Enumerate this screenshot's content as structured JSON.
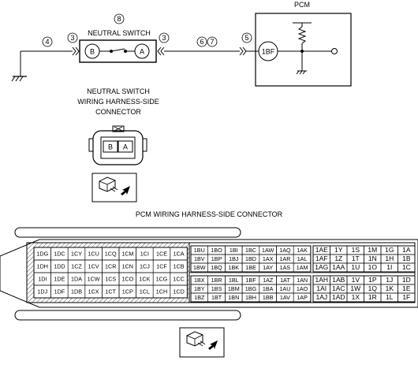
{
  "pcm_label": "PCM",
  "switch_label": "NEUTRAL SWITCH",
  "switch_terminals": {
    "b": "B",
    "a": "A"
  },
  "pcm_terminal": "1BF",
  "callouts": {
    "c4": "4",
    "c3l": "3",
    "c8": "8",
    "c3r": "3",
    "c6": "6",
    "c7": "7",
    "c5": "5"
  },
  "switch_connector_title": [
    "NEUTRAL SWITCH",
    "WIRING HARNESS-SIDE",
    "CONNECTOR"
  ],
  "switch_connector_pins": [
    "B",
    "A"
  ],
  "pcm_connector_title": "PCM WIRING HARNESS-SIDE CONNECTOR",
  "pcm_blocks": {
    "left": [
      [
        "1DG",
        "1DC",
        "1CY",
        "1CU",
        "1CQ",
        "1CM",
        "1CI",
        "1CE",
        "1CA"
      ],
      [
        "1DH",
        "1DD",
        "1CZ",
        "1CV",
        "1CR",
        "1CN",
        "1CJ",
        "1CF",
        "1CB"
      ],
      [
        "1DI",
        "1DE",
        "1DA",
        "1CW",
        "1CS",
        "1CO",
        "1CK",
        "1CG",
        "1CC"
      ],
      [
        "1DJ",
        "1DF",
        "1DB",
        "1CX",
        "1CT",
        "1CP",
        "1CL",
        "1CH",
        "1CD"
      ]
    ],
    "mid_top": [
      [
        "1BU",
        "1BO",
        "1BI",
        "1BC",
        "1AW",
        "1AQ",
        "1AK"
      ],
      [
        "1BV",
        "1BP",
        "1BJ",
        "1BD",
        "1AX",
        "1AR",
        "1AL"
      ],
      [
        "1BW",
        "1BQ",
        "1BK",
        "1BE",
        "1AY",
        "1AS",
        "1AM"
      ]
    ],
    "mid_bot": [
      [
        "1BX",
        "1BR",
        "1BL",
        "1BF",
        "1AZ",
        "1AT",
        "1AN"
      ],
      [
        "1BY",
        "1BS",
        "1BM",
        "1BG",
        "1BA",
        "1AU",
        "1AO"
      ],
      [
        "1BZ",
        "1BT",
        "1BN",
        "1BH",
        "1BB",
        "1AV",
        "1AP"
      ]
    ],
    "right_top": [
      [
        "1AE",
        "1Y",
        "1S",
        "1M",
        "1G",
        "1A"
      ],
      [
        "1AF",
        "1Z",
        "1T",
        "1N",
        "1H",
        "1B"
      ],
      [
        "1AG",
        "1AA",
        "1U",
        "1O",
        "1I",
        "1C"
      ]
    ],
    "right_bot": [
      [
        "1AH",
        "1AB",
        "1V",
        "1P",
        "1J",
        "1D"
      ],
      [
        "1AI",
        "1AC",
        "1W",
        "1Q",
        "1K",
        "1E"
      ],
      [
        "1AJ",
        "1AD",
        "1X",
        "1R",
        "1L",
        "1F"
      ]
    ]
  }
}
